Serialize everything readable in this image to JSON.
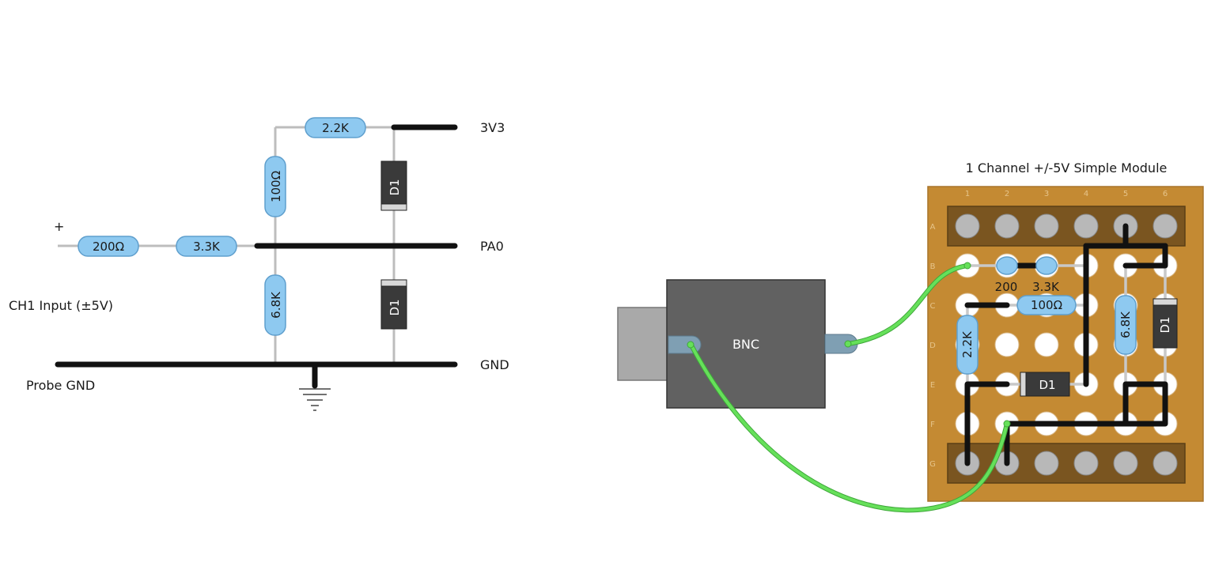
{
  "schematic": {
    "net_3v3": "3V3",
    "net_pa0": "PA0",
    "net_gnd": "GND",
    "input_label": "CH1 Input (±5V)",
    "plus_sign": "+",
    "probe_gnd": "Probe GND",
    "r_200": "200Ω",
    "r_33k": "3.3K",
    "r_22k": "2.2K",
    "r_100": "100Ω",
    "r_68k": "6.8K",
    "d1_top": "D1",
    "d1_bottom": "D1"
  },
  "board": {
    "title": "1 Channel +/-5V Simple Module",
    "bnc_label": "BNC",
    "columns": [
      "1",
      "2",
      "3",
      "4",
      "5",
      "6"
    ],
    "rows": [
      "A",
      "B",
      "C",
      "D",
      "E",
      "F",
      "G"
    ],
    "r_200": "200",
    "r_33k": "3.3K",
    "r_100": "100Ω",
    "r_22k": "2.2K",
    "r_68k": "6.8K",
    "d1_horizontal": "D1",
    "d1_vertical": "D1"
  },
  "colors": {
    "resistor": "#8ec9f0",
    "wire_green": "#66e05a",
    "board": "#c48a33",
    "bus": "#7a5520",
    "diode": "#3a3a3a"
  }
}
